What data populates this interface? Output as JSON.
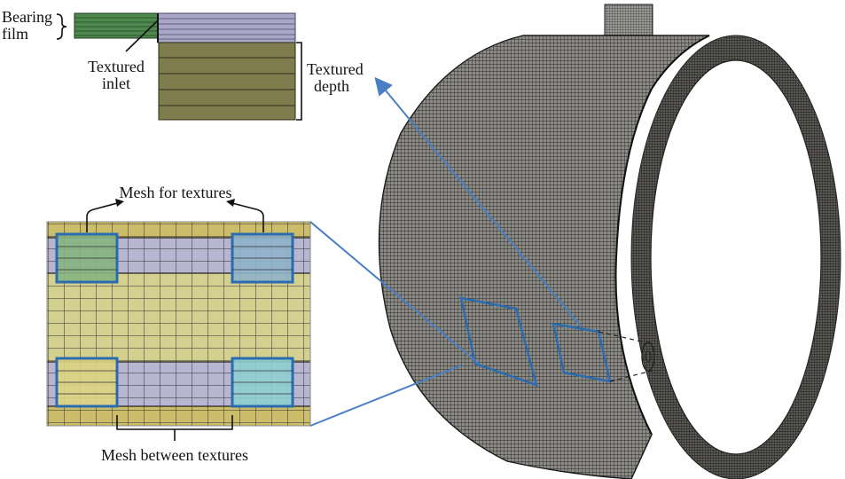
{
  "labels": {
    "bearing_film_line1": "Bearing",
    "bearing_film_line2": "film",
    "textured_inlet_line1": "Textured",
    "textured_inlet_line2": "inlet",
    "textured_depth_line1": "Textured",
    "textured_depth_line2": "depth",
    "mesh_for_textures": "Mesh for textures",
    "mesh_between_textures": "Mesh between textures"
  },
  "colors": {
    "film_green": "#4e8a4f",
    "film_lavender": "#a9a6c8",
    "depth_olive": "#7f7c4e",
    "mesh_yellow": "#cbbd6a",
    "mesh_pale_yellow": "#d4d08f",
    "mesh_lavender": "#b7b5d0",
    "texture_green": "#86b580",
    "texture_blue": "#8fb3c9",
    "texture_yellow": "#ddd57e",
    "texture_teal": "#8fcfcf",
    "outline_blue": "#2b6cb0",
    "callout_blue": "#4a7fc4",
    "cylinder_mesh": "#2b2b2b"
  }
}
